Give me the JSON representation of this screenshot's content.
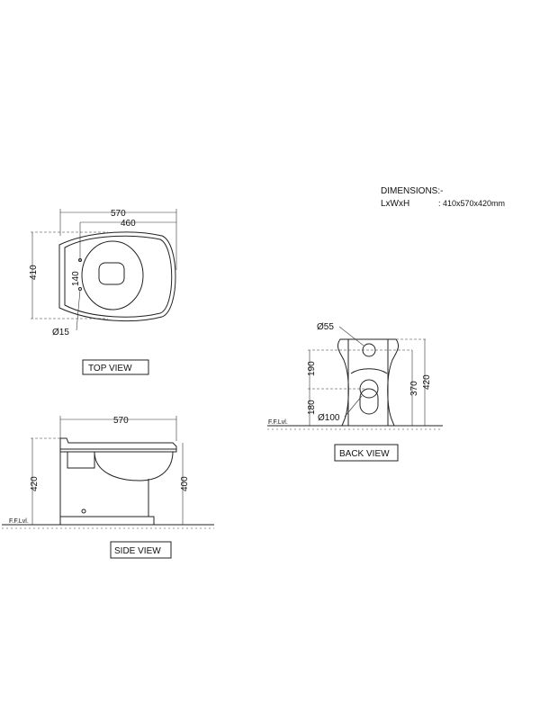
{
  "specs": {
    "heading": "DIMENSIONS:-",
    "label": "LxWxH",
    "value": ": 410x570x420mm"
  },
  "top_view": {
    "title": "TOP VIEW",
    "length": "570",
    "inner_length": "460",
    "width": "410",
    "hole_spacing": "140",
    "hole_diameter": "Ø15"
  },
  "side_view": {
    "title": "SIDE VIEW",
    "length": "570",
    "height": "420",
    "rim_height": "400",
    "floor_label": "F.F.Lvl."
  },
  "back_view": {
    "title": "BACK VIEW",
    "inlet_diameter": "Ø55",
    "outlet_diameter": "Ø100",
    "inlet_offset": "190",
    "outlet_height": "180",
    "inlet_height": "370",
    "height": "420",
    "floor_label": "F.F.Lvl."
  }
}
